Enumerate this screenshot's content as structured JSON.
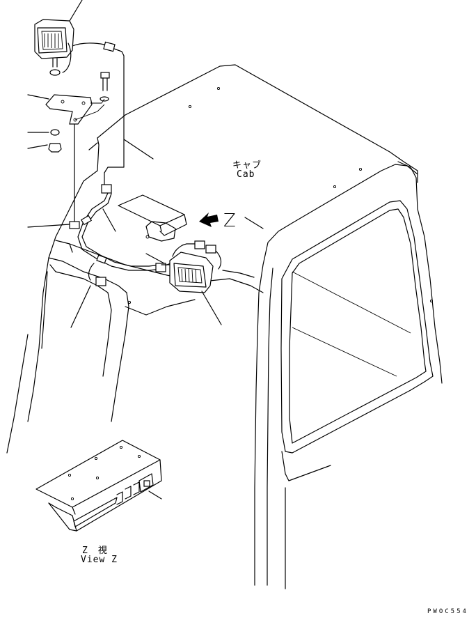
{
  "labels": {
    "cab_jp": "キャブ",
    "cab_en": "Cab",
    "arrow_z": "Z",
    "view_z_jp": "Z　視",
    "view_z_en": "View Z",
    "drawing_code": "PWOC554"
  },
  "icons": {
    "view_arrow": "view-direction-arrow-icon"
  }
}
